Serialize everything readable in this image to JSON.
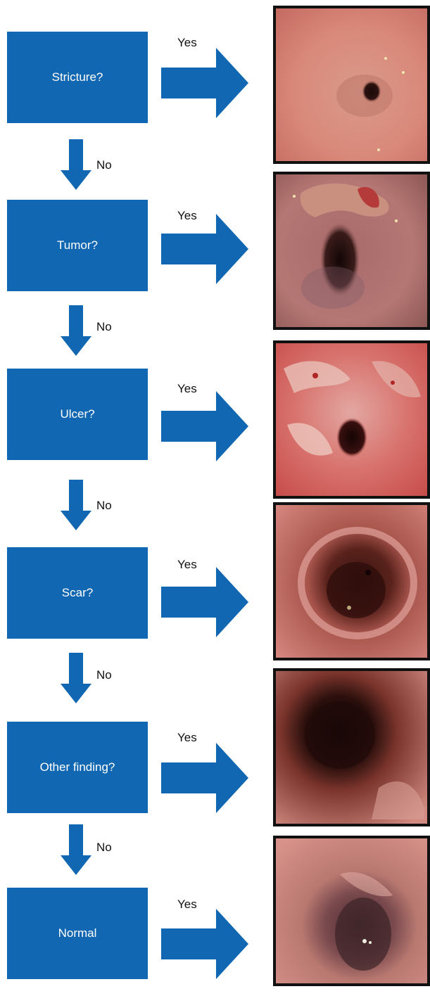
{
  "colors": {
    "box": "#1167b1",
    "arrow": "#1167b1",
    "box_text": "#ffffff",
    "label_text": "#111111",
    "photo_frame": "#111111"
  },
  "flowchart": {
    "yes_label": "Yes",
    "no_label": "No",
    "steps": [
      {
        "question": "Stricture?",
        "photo_icon": "endoscopy-stricture-photo",
        "finding": "narrow-lumen"
      },
      {
        "question": "Tumor?",
        "photo_icon": "endoscopy-tumor-photo",
        "finding": "mass"
      },
      {
        "question": "Ulcer?",
        "photo_icon": "endoscopy-ulcer-photo",
        "finding": "inflamed-red"
      },
      {
        "question": "Scar?",
        "photo_icon": "endoscopy-scar-photo",
        "finding": "ring"
      },
      {
        "question": "Other finding?",
        "photo_icon": "endoscopy-other-photo",
        "finding": "dark-lumen"
      },
      {
        "question": "Normal",
        "photo_icon": "endoscopy-normal-photo",
        "finding": "normal-lumen"
      }
    ]
  }
}
